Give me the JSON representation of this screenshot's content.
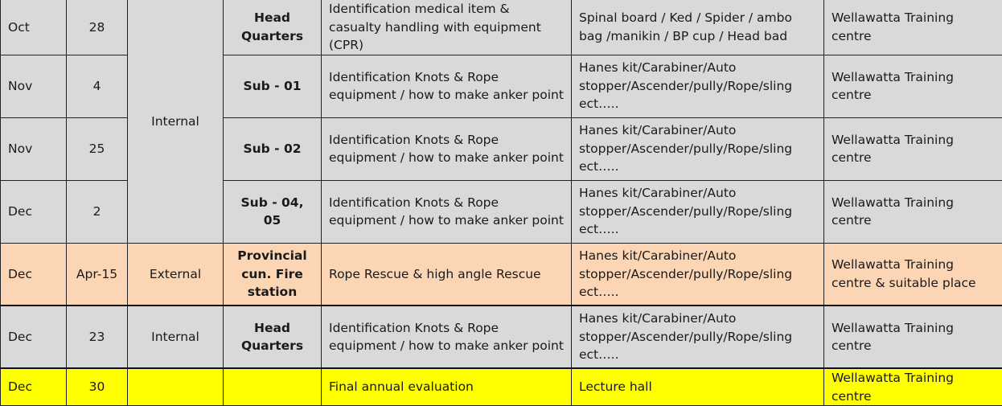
{
  "rows": [
    {
      "month": "Oct",
      "day": "28",
      "location": "Head Quarters",
      "topic": "Identification medical item & casualty handling with equipment (CPR)",
      "equipment": "Spinal board / Ked / Spider / ambo bag /manikin / BP cup / Head bad",
      "venue": "Wellawatta Training centre"
    },
    {
      "month": "Nov",
      "day": "4",
      "location": "Sub - 01",
      "topic": "Identification Knots & Rope equipment / how to make anker point",
      "equipment": "Hanes kit/Carabiner/Auto stopper/Ascender/pully/Rope/sling ect…..",
      "venue": "Wellawatta Training centre"
    },
    {
      "month": "Nov",
      "day": "25",
      "location": "Sub - 02",
      "topic": "Identification Knots & Rope equipment / how to make anker point",
      "equipment": "Hanes kit/Carabiner/Auto stopper/Ascender/pully/Rope/sling ect…..",
      "venue": "Wellawatta Training centre"
    },
    {
      "month": "Dec",
      "day": "2",
      "location": "Sub - 04, 05",
      "topic": "Identification Knots & Rope equipment / how to make anker point",
      "equipment": "Hanes kit/Carabiner/Auto stopper/Ascender/pully/Rope/sling ect…..",
      "venue": "Wellawatta Training centre"
    },
    {
      "month": "Dec",
      "day": "Apr-15",
      "type": "External",
      "location": "Provincial cun. Fire station",
      "topic": "Rope Rescue & high angle Rescue",
      "equipment": "Hanes kit/Carabiner/Auto stopper/Ascender/pully/Rope/sling ect…..",
      "venue": "Wellawatta Training centre & suitable place"
    },
    {
      "month": "Dec",
      "day": "23",
      "type": "Internal",
      "location": "Head Quarters",
      "topic": "Identification Knots & Rope equipment / how to make anker point",
      "equipment": "Hanes kit/Carabiner/Auto stopper/Ascender/pully/Rope/sling ect…..",
      "venue": "Wellawatta Training centre"
    },
    {
      "month": "Dec",
      "day": "30",
      "type": "",
      "location": "",
      "topic": "Final annual evaluation",
      "equipment": "Lecture hall",
      "venue": "Wellawatta Training centre"
    }
  ],
  "merged_type_label": "Internal",
  "colors": {
    "gray": "#d9d9d9",
    "external": "#fcd5b5",
    "evaluation": "#ffff00"
  }
}
